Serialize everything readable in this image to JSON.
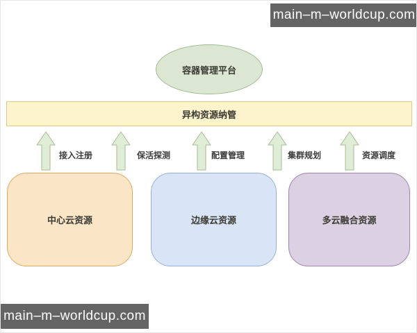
{
  "watermarks": {
    "top_right": "main–m–worldcup.com",
    "bottom_left": "main–m–worldcup.com"
  },
  "diagram": {
    "platform_label": "容器管理平台",
    "layer_label": "异构资源纳管",
    "capabilities": [
      {
        "label": "接入注册"
      },
      {
        "label": "保活探测"
      },
      {
        "label": "配置管理"
      },
      {
        "label": "集群规划"
      },
      {
        "label": "资源调度"
      }
    ],
    "resources": [
      {
        "label": "中心云资源"
      },
      {
        "label": "边缘云资源"
      },
      {
        "label": "多云融合资源"
      }
    ]
  },
  "colors": {
    "platform_fill": "#dbe7d3",
    "platform_border": "#9eb78e",
    "layer_fill": "#fdf3cd",
    "layer_border": "#e4ca82",
    "arrow_fill": "#e0edd6",
    "arrow_border": "#a4bc94",
    "resource_center_fill": "#fbe5c7",
    "resource_center_border": "#dfa95e",
    "resource_edge_fill": "#d9e5f6",
    "resource_edge_border": "#8fb0d9",
    "resource_multicloud_fill": "#dcd0e3",
    "resource_multicloud_border": "#9d82b0",
    "watermark_bg": "#646464",
    "watermark_text": "#ffffff"
  }
}
